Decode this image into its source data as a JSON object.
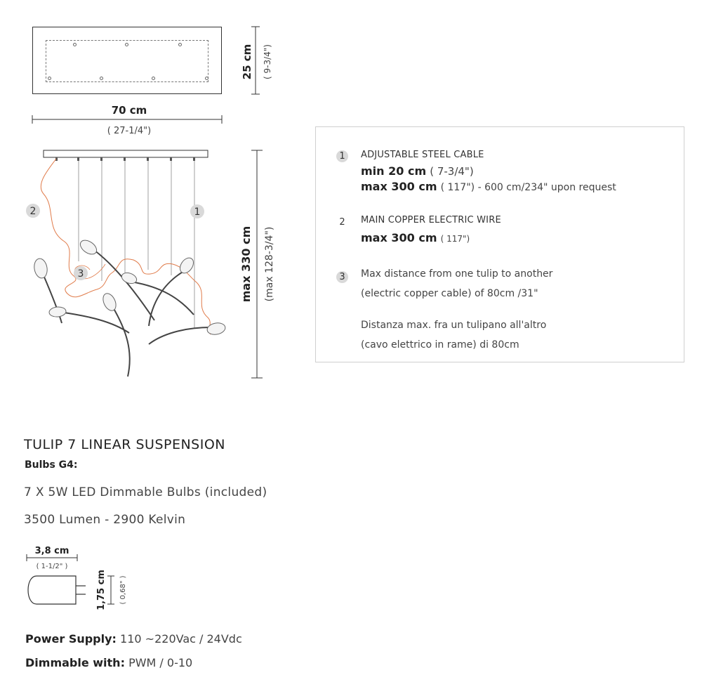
{
  "canopy": {
    "height_cm": "25 cm",
    "height_in": "( 9-3/4\")",
    "width_cm": "70 cm",
    "width_in": "( 27-1/4\")"
  },
  "suspension": {
    "height_cm": "max 330 cm",
    "height_in": "(max 128-3/4\")",
    "callout_1": "1",
    "callout_2": "2",
    "callout_3": "3",
    "wire_color": "#e07b4a"
  },
  "info": {
    "items": [
      {
        "number": "1",
        "label": "ADJUSTABLE  STEEL CABLE",
        "line1_bold": "min 20 cm",
        "line1_rest": "( 7-3/4\")",
        "line2_bold": "max 300 cm",
        "line2_rest": "( 117\") - 600 cm/234\" upon request"
      },
      {
        "number": "2",
        "label": "MAIN COPPER ELECTRIC WIRE",
        "line1_bold": "max 300 cm",
        "line1_rest": "( 117\")"
      },
      {
        "number": "3",
        "line1": "Max distance from one tulip to another",
        "line2": "(electric copper cable) of 80cm /31\"",
        "line3": "Distanza max. fra un tulipano all'altro",
        "line4": "(cavo elettrico in rame) di 80cm"
      }
    ]
  },
  "product": {
    "title": "TULIP 7 LINEAR SUSPENSION",
    "bulbs_label": "Bulbs G4:",
    "bulbs_spec": "7 X 5W LED Dimmable Bulbs (included)",
    "lumen_spec": "3500 Lumen - 2900 Kelvin",
    "bulb_length_cm": "3,8 cm",
    "bulb_length_in": "( 1-1/2\" )",
    "bulb_height_cm": "1,75 cm",
    "bulb_height_in": "( 0,68\" )",
    "power_label": "Power Supply:",
    "power_value": "110 ~220Vac / 24Vdc",
    "dimmable_label": "Dimmable with:",
    "dimmable_value": "PWM / 0-10"
  }
}
